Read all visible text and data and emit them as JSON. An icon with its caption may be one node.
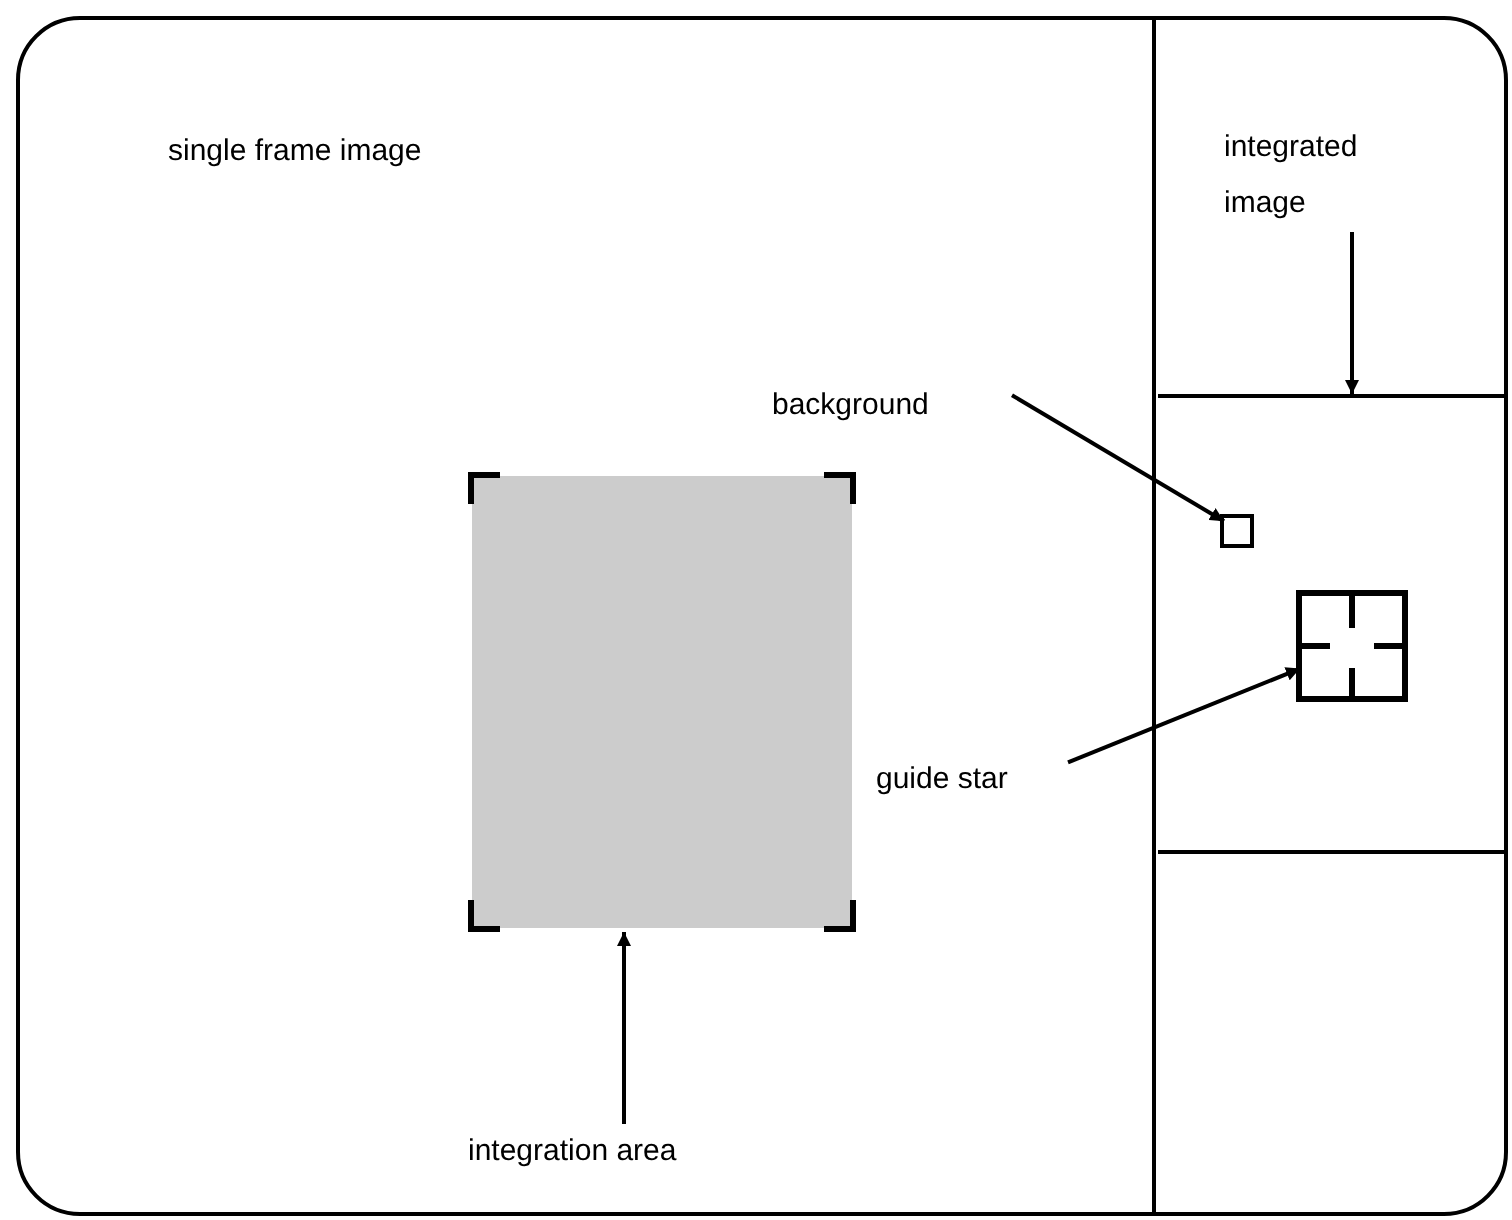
{
  "diagram": {
    "nodes": [
      {
        "text": [
          "single frame image"
        ]
      },
      {
        "text": [],
        "shape": "box",
        "in": 0
      },
      {
        "text": [
          "integrated image"
        ],
        "in": 0
      },
      {
        "text": [],
        "shape": "box",
        "in": 0
      },
      {
        "text": [
          "integration area"
        ],
        "in": 0
      },
      {
        "text": [
          "background"
        ],
        "in": 0
      },
      {
        "text": [],
        "shape": "box",
        "in": 1
      },
      {
        "text": [
          "guide star"
        ],
        "in": 0
      },
      {
        "text": [],
        "shape": "box",
        "in": 1
      }
    ],
    "edges": [
      {
        "from": 2,
        "to": 1,
        "arrow": "to"
      },
      {
        "from": 4,
        "to": 3,
        "arrow": "to"
      },
      {
        "from": 5,
        "to": 6,
        "arrow": "to"
      },
      {
        "from": 7,
        "to": 8,
        "arrow": "to"
      }
    ]
  }
}
